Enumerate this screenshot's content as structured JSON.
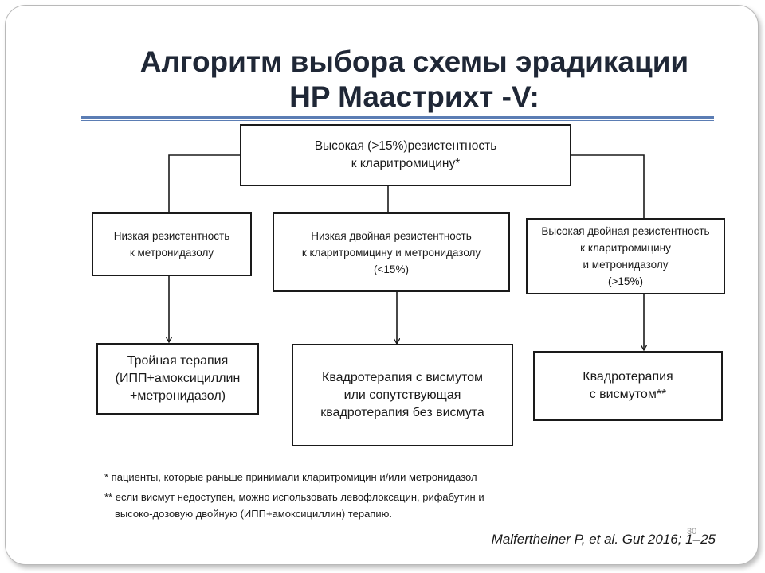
{
  "title": {
    "line1": "Алгоритм выбора схемы эрадикации",
    "line2": "HP Маастрихт -V:"
  },
  "boxes": {
    "top": [
      "Высокая (>15%)резистентность",
      "к кларитромицину*"
    ],
    "left": [
      "Низкая резистентность",
      "к метронидазолу"
    ],
    "middle": [
      "Низкая двойная резистентность",
      "к кларитромицину и метронидазолу",
      "(<15%)"
    ],
    "right": [
      "Высокая двойная резистентность",
      "к кларитромицину",
      "и метронидазолу",
      "(>15%)"
    ],
    "result_left": [
      "Тройная терапия",
      "(ИПП+амоксициллин",
      "+метронидазол)"
    ],
    "result_middle": [
      "Квадротерапия с висмутом",
      "или сопутствующая",
      "квадротерапия без висмута"
    ],
    "result_right": [
      "Квадротерапия",
      "с висмутом**"
    ]
  },
  "footnotes": {
    "note1": "* пациенты, которые раньше принимали кларитромицин и/или метронидазол",
    "note2_line1": "** если висмут недоступен, можно использовать левофлоксацин, рифабутин и",
    "note2_line2": "высоко-дозовую двойную (ИПП+амоксициллин) терапию."
  },
  "citation": "Malfertheiner P, et al. Gut 2016; 1–25",
  "slide_number": "30",
  "colors": {
    "title": "#1f2736",
    "rule": "#5b7db4",
    "line": "#1a1a1a"
  }
}
